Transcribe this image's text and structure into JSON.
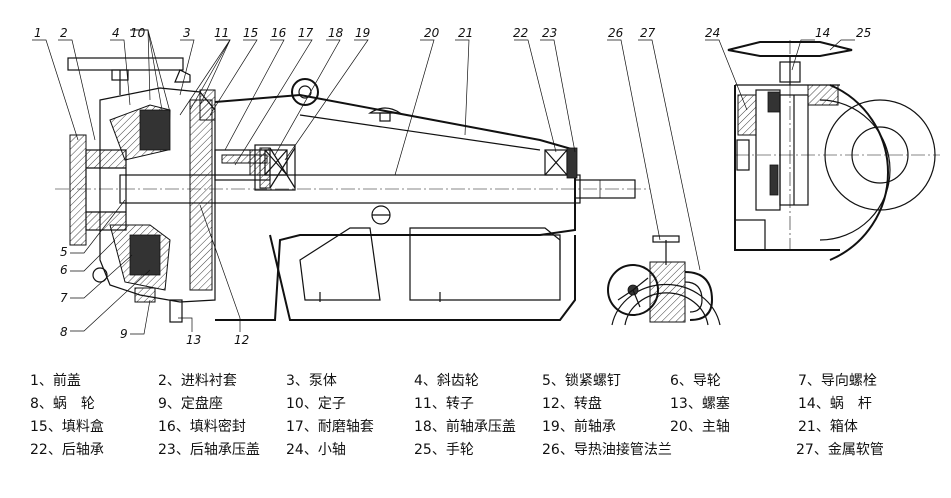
{
  "callouts": {
    "top": [
      "1",
      "2",
      "4",
      "10",
      "3",
      "11",
      "15",
      "16",
      "17",
      "18",
      "19",
      "20",
      "21",
      "22",
      "23",
      "26",
      "27",
      "24",
      "14",
      "25"
    ],
    "left": [
      "5",
      "6",
      "7",
      "8",
      "9",
      "13",
      "12"
    ]
  },
  "legend": [
    [
      "1、前盖",
      "2、进料衬套",
      "3、泵体",
      "4、斜齿轮",
      "5、锁紧螺钉",
      "6、导轮",
      "7、导向螺栓"
    ],
    [
      "8、蜗　轮",
      "9、定盘座",
      "10、定子",
      "11、转子",
      "12、转盘",
      "13、螺塞",
      "14、蜗　杆"
    ],
    [
      "15、填料盒",
      "16、填料密封",
      "17、耐磨轴套",
      "18、前轴承压盖",
      "19、前轴承",
      "20、主轴",
      "21、箱体"
    ],
    [
      "22、后轴承",
      "23、后轴承压盖",
      "24、小轴",
      "25、手轮",
      "26、导热油接管法兰",
      "27、金属软管"
    ]
  ]
}
